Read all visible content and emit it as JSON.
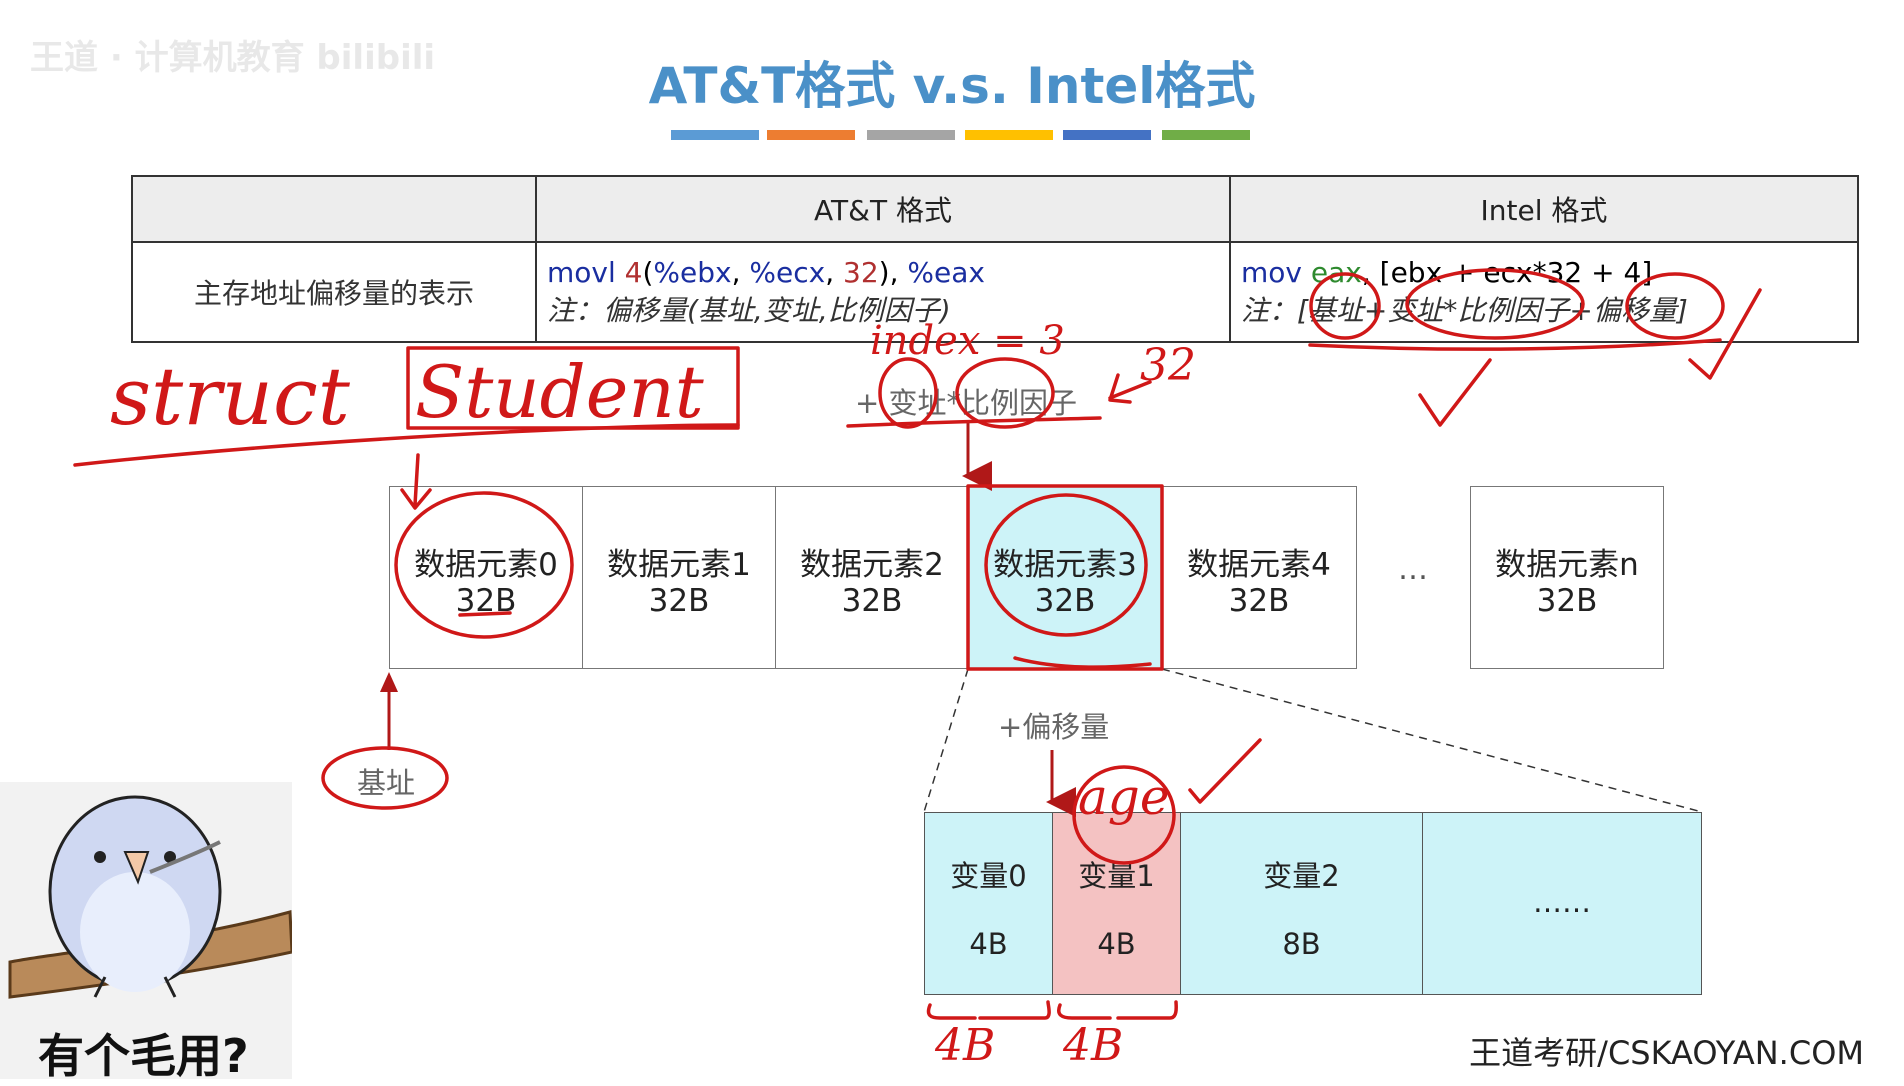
{
  "title": "AT&T格式 v.s. Intel格式",
  "watermark": "王道 · 计算机教育 bilibili",
  "colors": {
    "title": "#4a90c8",
    "bars": [
      "#5b9bd5",
      "#ed7d31",
      "#a5a5a5",
      "#ffc000",
      "#4472c4",
      "#70ad47"
    ],
    "highlight": "#cdf3f8",
    "age_cell": "#f4c2c2",
    "annotation": "#d01818"
  },
  "table": {
    "headers": [
      "",
      "AT&T 格式",
      "Intel 格式"
    ],
    "row_label": "主存地址偏移量的表示",
    "att_code": {
      "op": "movl ",
      "disp": "4",
      "open": "(",
      "base": "%ebx",
      "sep1": ", ",
      "index": "%ecx",
      "sep2": ", ",
      "scale": "32",
      "close": "), ",
      "dest": "%eax"
    },
    "att_note": "注：偏移量(基址,变址,比例因子)",
    "intel_code": {
      "op": "mov ",
      "dest": "eax",
      "rest": ", [ebx + ecx*32 + 4]"
    },
    "intel_note": "注：[基址+变址*比例因子+偏移量]"
  },
  "array_hint": "+ 变址*比例因子",
  "elements": [
    {
      "name": "数据元素0",
      "size": "32B"
    },
    {
      "name": "数据元素1",
      "size": "32B"
    },
    {
      "name": "数据元素2",
      "size": "32B"
    },
    {
      "name": "数据元素3",
      "size": "32B"
    },
    {
      "name": "数据元素4",
      "size": "32B"
    }
  ],
  "ellipsis": "…",
  "last_element": {
    "name": "数据元素n",
    "size": "32B"
  },
  "base_label": "基址",
  "offset_label": "+偏移量",
  "variables": [
    {
      "name": "变量0",
      "size": "4B"
    },
    {
      "name": "变量1",
      "size": "4B"
    },
    {
      "name": "变量2",
      "size": "8B"
    },
    {
      "name": "……",
      "size": ""
    }
  ],
  "handwriting": {
    "struct": "struct",
    "student": "Student",
    "index": "index = 3",
    "scale": "32",
    "age": "age",
    "brace_left": "4B",
    "brace_right": "4B"
  },
  "meme_caption": "有个毛用?",
  "footer": "王道考研/CSKAOYAN.COM"
}
